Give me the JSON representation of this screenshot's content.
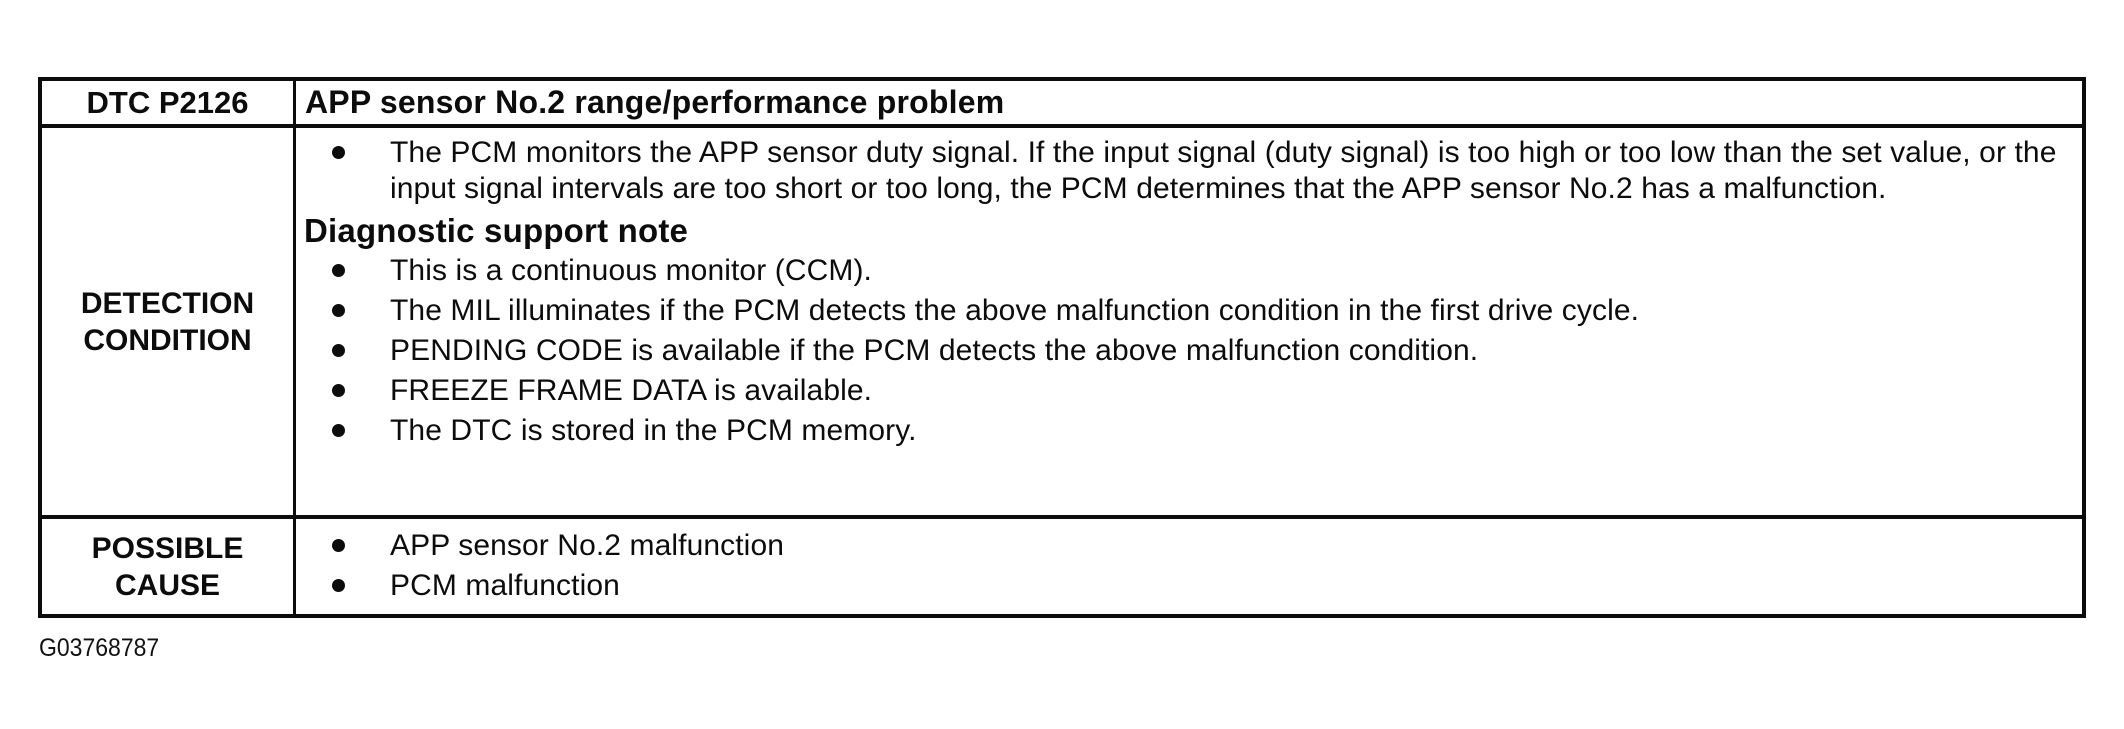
{
  "colors": {
    "ink": "#0c0c0c",
    "paper": "#ffffff"
  },
  "table": {
    "header": {
      "code": "DTC P2126",
      "title": "APP sensor No.2 range/performance problem"
    },
    "detection": {
      "label": "DETECTION CONDITION",
      "bullet_main": "The PCM monitors the APP sensor duty signal. If the input signal (duty signal) is too high or too low than the set value, or the input signal intervals are too short or too long, the PCM determines that the APP sensor No.2 has a malfunction.",
      "note_heading": "Diagnostic support note",
      "note_bullets": [
        "This is a continuous monitor (CCM).",
        "The MIL illuminates if the PCM detects the above malfunction condition in the first drive cycle.",
        "PENDING CODE is available if the PCM detects the above malfunction condition.",
        "FREEZE FRAME DATA is available.",
        "The DTC is stored in the PCM memory."
      ]
    },
    "possible_cause": {
      "label": "POSSIBLE CAUSE",
      "bullets": [
        "APP sensor No.2 malfunction",
        "PCM malfunction"
      ]
    }
  },
  "footer": {
    "figure_id": "G03768787"
  }
}
